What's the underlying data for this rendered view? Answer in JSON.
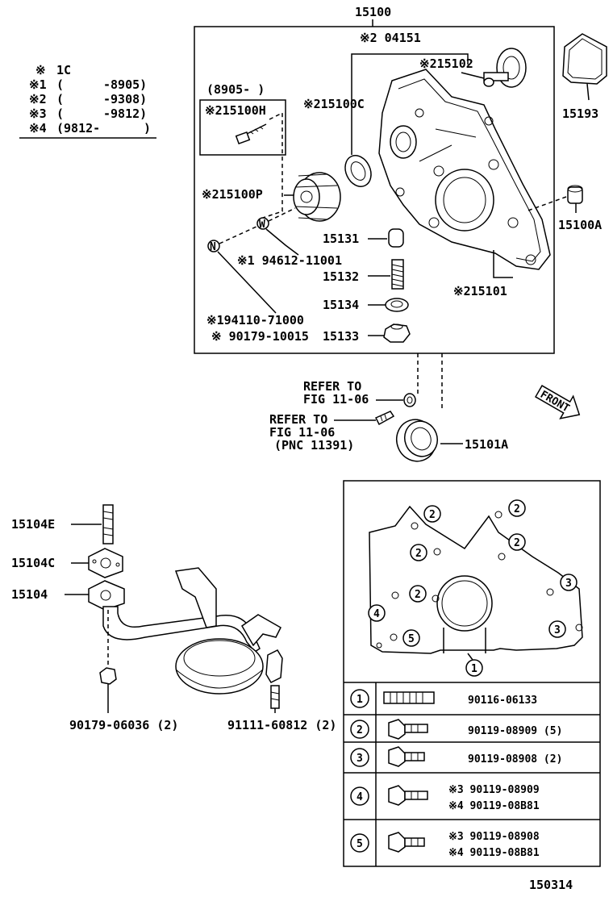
{
  "figure_number": "150314",
  "assembly_part_no": "15100",
  "legend": {
    "header": [
      "※",
      "1C"
    ],
    "rows": [
      [
        "※1",
        "(",
        "-8905)"
      ],
      [
        "※2",
        "(",
        "-9308)"
      ],
      [
        "※3",
        "(",
        "-9812)"
      ],
      [
        "※4",
        "(9812-",
        ")"
      ]
    ]
  },
  "callouts": {
    "p04151": "※2 04151",
    "p15102": "※215102",
    "p15193": "15193",
    "p15100C": "※215100C",
    "range_8905": "(8905-     )",
    "p15100H": "※215100H",
    "p15100P": "※215100P",
    "p15100A": "15100A",
    "p15131": "15131",
    "p15132": "15132",
    "p15134": "15134",
    "p15133": "15133",
    "p94612": "※1 94612-11001",
    "p94110": "※194110-71000",
    "p90179_10015": "※ 90179-10015",
    "p15101": "※215101",
    "refer1_a": "REFER TO",
    "refer1_b": "FIG 11-06",
    "refer2_a": "REFER TO",
    "refer2_b": "FIG 11-06",
    "refer2_c": "(PNC 11391)",
    "p15101A": "15101A",
    "front": "FRONT",
    "p15104E": "15104E",
    "p15104C": "15104C",
    "p15104": "15104",
    "p90179_06036": "90179-06036 (2)",
    "p91111": "91111-60812 (2)",
    "w_mark": "W",
    "n_mark": "N"
  },
  "bolt_location_markers": [
    "2",
    "2",
    "2",
    "2",
    "2",
    "3",
    "3",
    "4",
    "5",
    "1"
  ],
  "bolt_table": [
    {
      "key": "1",
      "lines": [
        "90116-06133"
      ]
    },
    {
      "key": "2",
      "lines": [
        "90119-08909 (5)"
      ]
    },
    {
      "key": "3",
      "lines": [
        "90119-08908 (2)"
      ]
    },
    {
      "key": "4",
      "lines": [
        "※3  90119-08909",
        "※4  90119-08B81"
      ]
    },
    {
      "key": "5",
      "lines": [
        "※3  90119-08908",
        "※4  90119-08B81"
      ]
    }
  ]
}
